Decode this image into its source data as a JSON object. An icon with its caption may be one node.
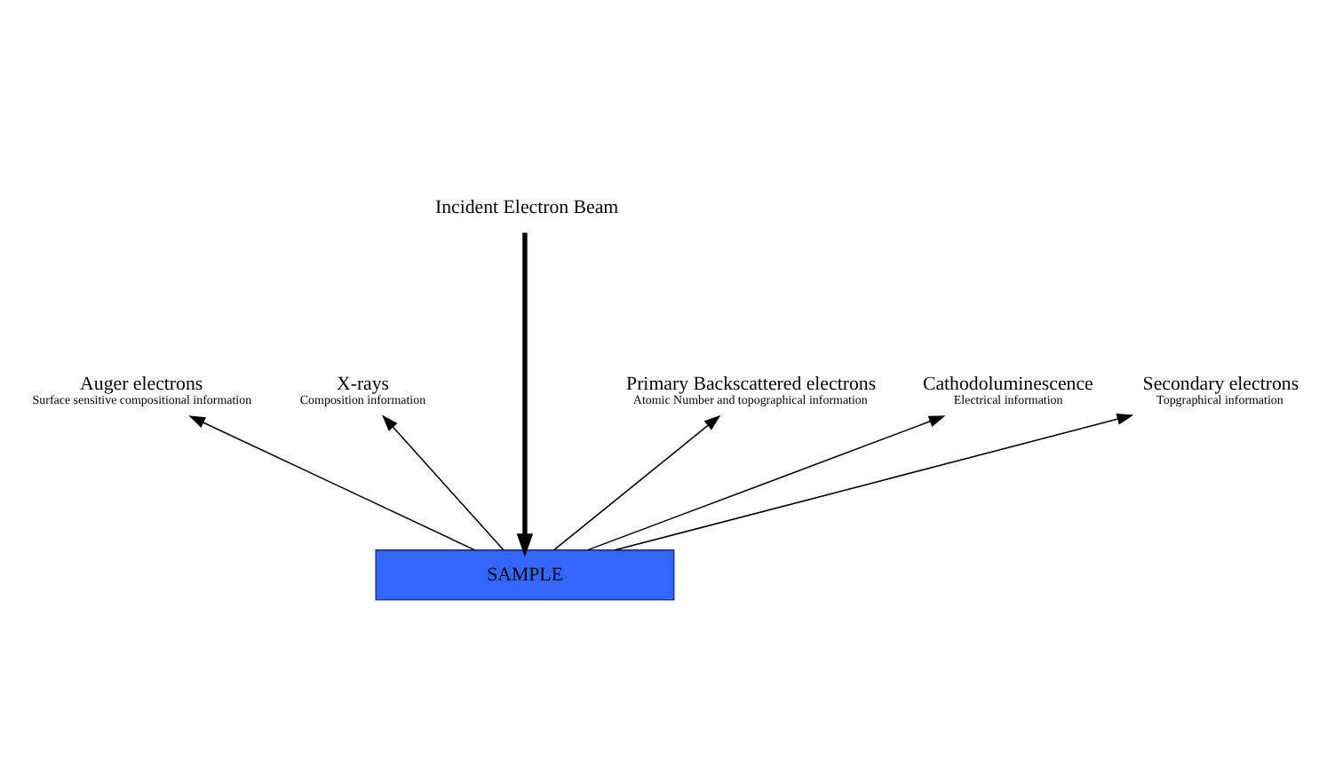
{
  "diagram": {
    "nodes": [
      {
        "text": [
          "Incident Electron Beam"
        ]
      },
      {
        "text": [
          "Primary Backscattered electrons",
          "Atomic Number and topographical information"
        ]
      },
      {
        "text": [
          "X-rays",
          "Composition information"
        ]
      },
      {
        "text": [
          "Cathodoluminescence",
          "Electrical information"
        ]
      },
      {
        "text": [
          "Auger electrons",
          "Surface sensitive compositional information"
        ]
      },
      {
        "text": [
          "Secondary electrons",
          "Topgraphical information"
        ]
      },
      {
        "text": [
          "SAMPLE"
        ]
      }
    ],
    "edges": [
      {
        "from": 0,
        "to": 6,
        "arrow": "to",
        "style": "thick"
      },
      {
        "from": 6,
        "to": 1,
        "arrow": "to"
      },
      {
        "from": 6,
        "to": 2,
        "arrow": "to"
      },
      {
        "from": 6,
        "to": 3,
        "arrow": "to"
      },
      {
        "from": 6,
        "to": 4,
        "arrow": "to"
      },
      {
        "from": 6,
        "to": 5,
        "arrow": "to"
      }
    ]
  }
}
